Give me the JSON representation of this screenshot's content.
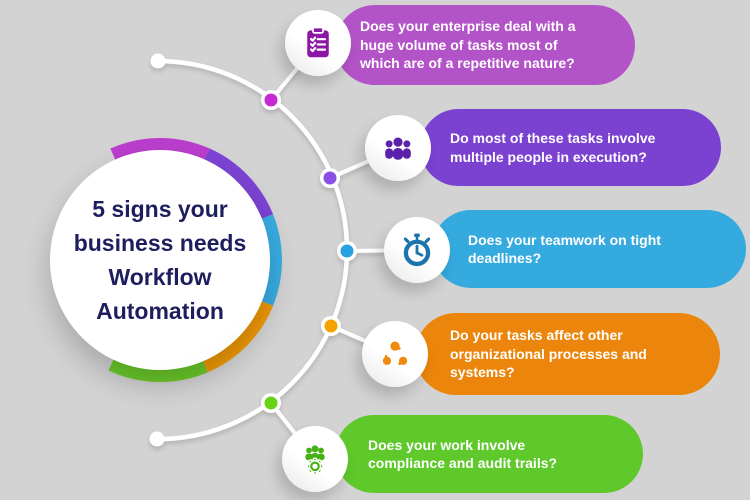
{
  "background_color": "#d3d3d3",
  "title": {
    "lines": [
      "5 signs your",
      "business needs",
      "Workflow",
      "Automation"
    ],
    "text_color": "#1e1e5f"
  },
  "items": [
    {
      "id": 1,
      "label": "Does your enterprise deal with a\nhuge volume of tasks most of\nwhich are of a repetitive nature?",
      "pill_color": "#b353c8",
      "icon": "clipboard-checklist-icon",
      "icon_color": "#8d17a5",
      "node_color": "#c52bd4",
      "ring_color": "#bb3ecf"
    },
    {
      "id": 2,
      "label": "Do most of these tasks involve\nmultiple people in execution?",
      "pill_color": "#7b41d1",
      "icon": "people-group-icon",
      "icon_color": "#5c21aa",
      "node_color": "#8a4fe3",
      "ring_color": "#7d44d6"
    },
    {
      "id": 3,
      "label": "Does your teamwork on tight\ndeadlines?",
      "pill_color": "#35aadf",
      "icon": "stopwatch-icon",
      "icon_color": "#1b74ac",
      "node_color": "#2aa1e0",
      "ring_color": "#39aee4"
    },
    {
      "id": 4,
      "label": "Do your tasks affect other\norganizational processes and\nsystems?",
      "pill_color": "#ec850b",
      "icon": "process-nodes-icon",
      "icon_color": "#ef8a10",
      "node_color": "#f5a303",
      "ring_color": "#f29a06"
    },
    {
      "id": 5,
      "label": "Does your work involve\ncompliance and audit trails?",
      "pill_color": "#5fc82b",
      "icon": "people-gear-icon",
      "icon_color": "#45b112",
      "node_color": "#66d313",
      "ring_color": "#6ccc2a"
    }
  ],
  "connector_color": "#ffffff"
}
